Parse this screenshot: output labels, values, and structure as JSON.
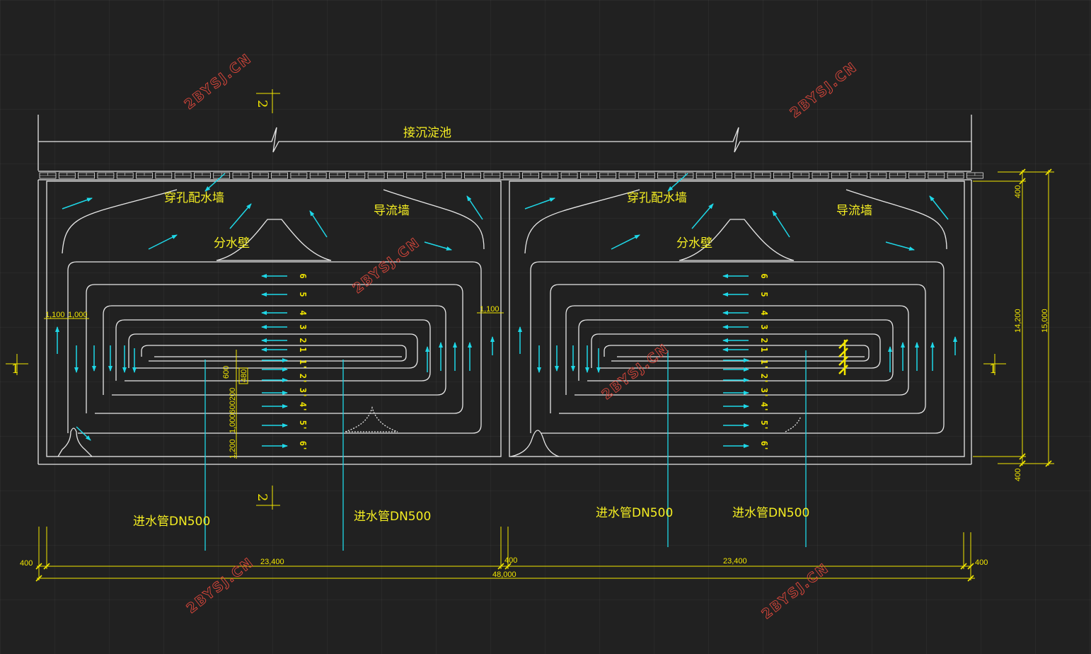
{
  "title": "接沉淀池",
  "labels": {
    "perforated_wall": "穿孔配水墙",
    "guide_wall": "导流墙",
    "splitter": "分水壁",
    "inlet_pipe": "进水管DN500"
  },
  "section_marks": {
    "section_1": "1",
    "section_2": "2"
  },
  "watermark": "2BYSJ.CN",
  "dimensions": {
    "total_width": "48,000",
    "half_width": "23,400",
    "wall": "400",
    "total_height": "15,000",
    "inner_height": "14,200",
    "gap_1100": "1,100",
    "gap_1000": "1,000",
    "d600": "600",
    "d480": "480",
    "d1000_600_200": "1,000600200",
    "d1200": "1,200"
  },
  "channel_numbers": [
    "6",
    "5",
    "4",
    "3",
    "2",
    "1",
    "1'",
    "2'",
    "3'",
    "4'",
    "5'",
    "6'"
  ],
  "colors": {
    "background": "#212121",
    "line": "#e8e8e8",
    "accent": "#1ed8e8",
    "annotation": "#f2e600",
    "watermark": "#e0483c"
  }
}
